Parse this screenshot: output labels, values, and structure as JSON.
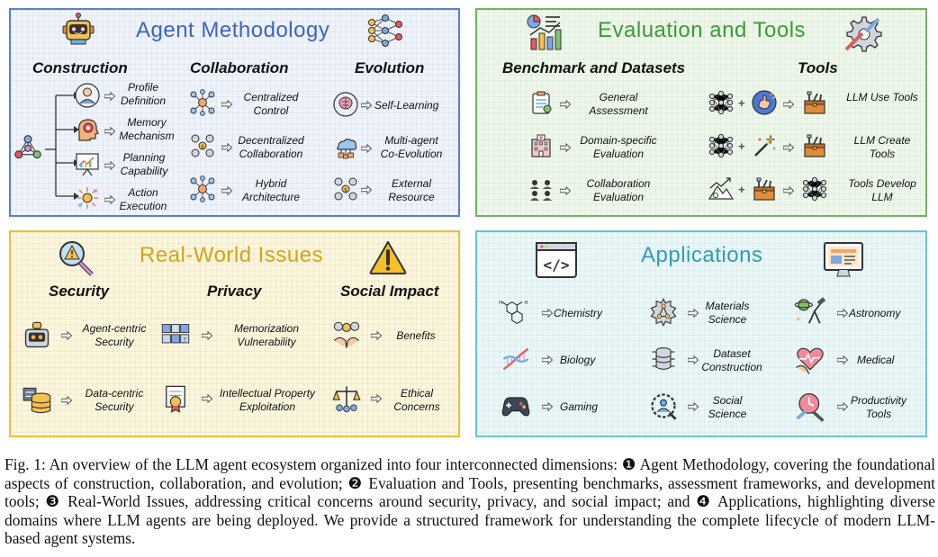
{
  "panels": {
    "agent_methodology": {
      "title": "Agent Methodology",
      "columns": {
        "construction": {
          "header": "Construction",
          "items": [
            "Profile Definition",
            "Memory Mechanism",
            "Planning Capability",
            "Action Execution"
          ]
        },
        "collaboration": {
          "header": "Collaboration",
          "items": [
            "Centralized Control",
            "Decentralized Collaboration",
            "Hybrid Architecture"
          ]
        },
        "evolution": {
          "header": "Evolution",
          "items": [
            "Self-Learning",
            "Multi-agent Co-Evolution",
            "External Resource"
          ]
        }
      }
    },
    "evaluation_tools": {
      "title": "Evaluation and Tools",
      "columns": {
        "benchmark": {
          "header": "Benchmark and Datasets",
          "items": [
            "General Assessment",
            "Domain-specific Evaluation",
            "Collaboration Evaluation"
          ]
        },
        "tools": {
          "header": "Tools",
          "items": [
            "LLM Use Tools",
            "LLM Create Tools",
            "Tools Develop LLM"
          ]
        }
      }
    },
    "real_world_issues": {
      "title": "Real-World Issues",
      "columns": {
        "security": {
          "header": "Security",
          "items": [
            "Agent-centric Security",
            "Data-centric Security"
          ]
        },
        "privacy": {
          "header": "Privacy",
          "items": [
            "Memorization Vulnerability",
            "Intellectual Property Exploitation"
          ]
        },
        "social": {
          "header": "Social Impact",
          "items": [
            "Benefits",
            "Ethical Concerns"
          ]
        }
      }
    },
    "applications": {
      "title": "Applications",
      "items": [
        "Chemistry",
        "Materials Science",
        "Astronomy",
        "Biology",
        "Dataset Construction",
        "Medical",
        "Gaming",
        "Social Science",
        "Productivity Tools"
      ]
    }
  },
  "caption": "Fig. 1: An overview of the LLM agent ecosystem organized into four interconnected dimensions: ❶ Agent Methodology, covering the foundational aspects of construction, collaboration, and evolution; ❷ Evaluation and Tools, presenting benchmarks, assessment frameworks, and development tools; ❸ Real-World Issues, addressing critical concerns around security, privacy, and social impact; and ❹ Applications, highlighting diverse domains where LLM agents are being deployed. We provide a structured framework for understanding the complete lifecycle of modern LLM-based agent systems.",
  "colors": {
    "agent_methodology": "#5b7fc8",
    "evaluation_tools": "#72b35f",
    "real_world_issues": "#e5c23e",
    "applications": "#6cc3cf"
  },
  "icons": [
    "robot-icon",
    "network-icon",
    "chart-icon",
    "gear-wrench-icon",
    "magnifier-warning-icon",
    "warning-icon",
    "code-icon",
    "monitor-icon"
  ]
}
